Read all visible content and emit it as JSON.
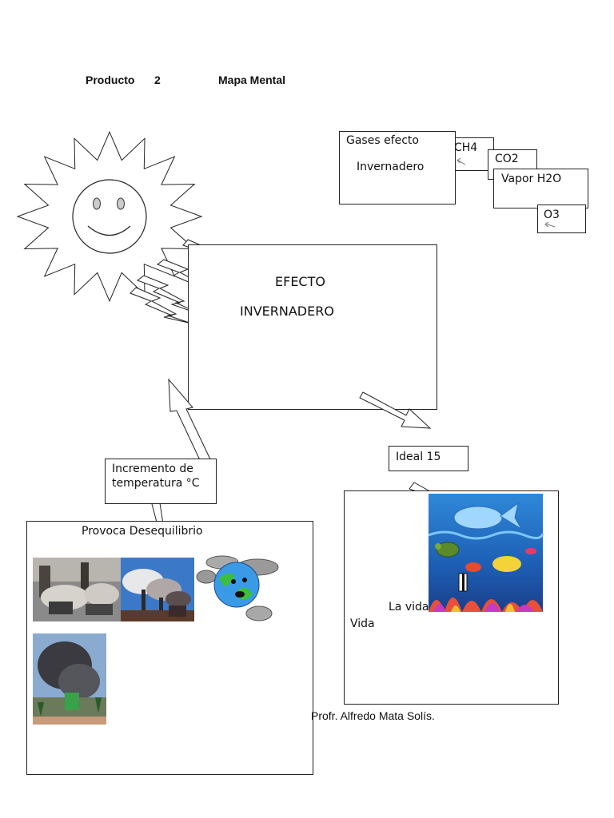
{
  "header": {
    "product_label": "Producto",
    "product_number": "2",
    "map_label": "Mapa  Mental"
  },
  "gases": {
    "title_line1": "Gases efecto",
    "title_line2": "Invernadero",
    "items": [
      "CH4",
      "CO2",
      "Vapor H2O",
      "O3"
    ]
  },
  "central": {
    "line1": "EFECTO",
    "line2": "INVERNADERO"
  },
  "ideal": {
    "label": "Ideal   15"
  },
  "life": {
    "la_vida": "La vida",
    "vida": "Vida"
  },
  "temperature": {
    "line1": "Incremento de",
    "line2": "temperatura °C"
  },
  "consequence": {
    "label": "Provoca   Desequilibrio"
  },
  "credit": "Profr. Alfredo Mata Solís.",
  "icons": [
    "sun-icon",
    "lightning-icon",
    "arrow-icon",
    "globe-icon"
  ]
}
